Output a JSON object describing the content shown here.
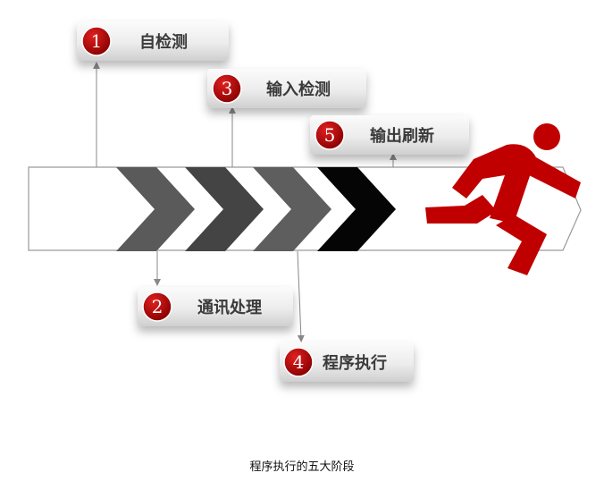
{
  "caption": "程序执行的五大阶段",
  "colors": {
    "accent_red": "#c00000",
    "chevron_shades": [
      "#5a5a5a",
      "#444444",
      "#5e5e5e",
      "#050505"
    ]
  },
  "icons": [
    "running-man-icon"
  ],
  "stages": [
    {
      "number": "1",
      "label": "自检测"
    },
    {
      "number": "2",
      "label": "通讯处理"
    },
    {
      "number": "3",
      "label": "输入检测"
    },
    {
      "number": "4",
      "label": "程序执行"
    },
    {
      "number": "5",
      "label": "输出刷新"
    }
  ]
}
